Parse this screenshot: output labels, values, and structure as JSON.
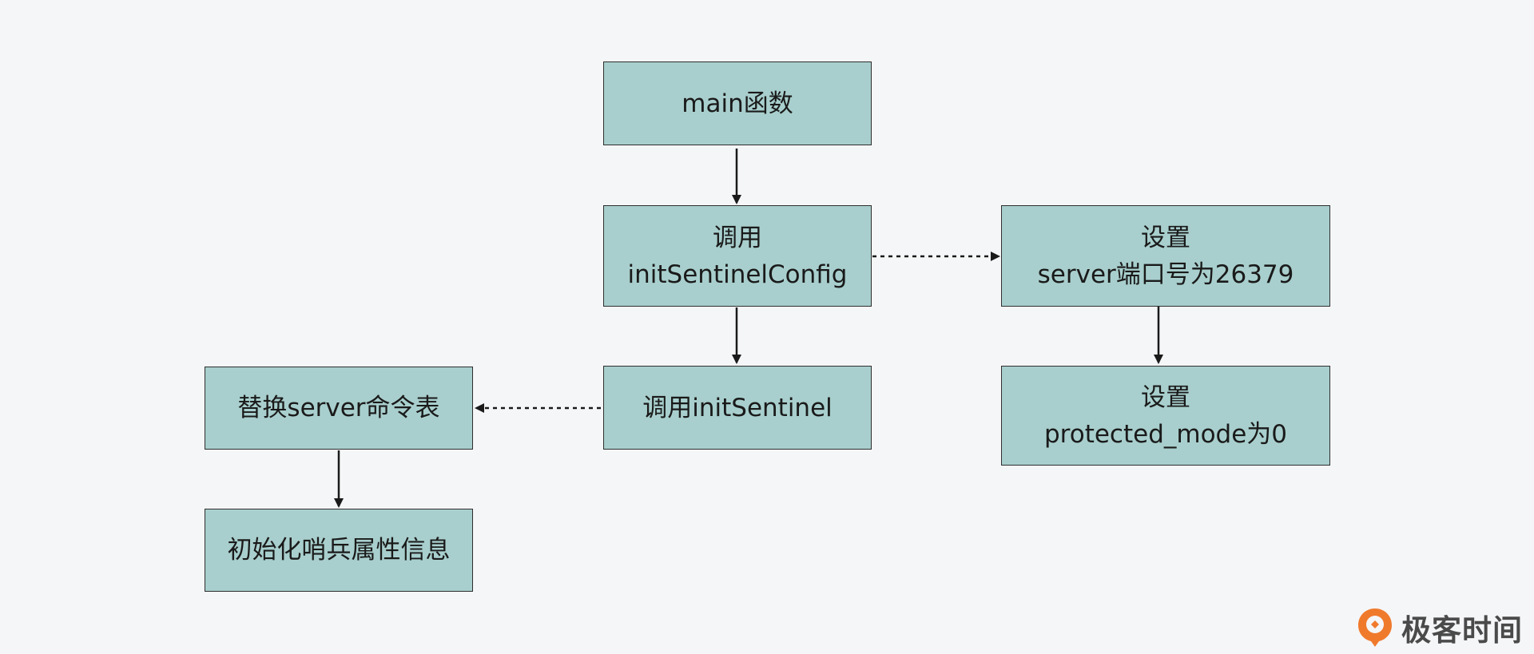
{
  "nodes": {
    "main": {
      "lines": [
        "main函数"
      ]
    },
    "init_config": {
      "lines": [
        "调用",
        "initSentinelConfig"
      ]
    },
    "set_port": {
      "lines": [
        "设置",
        "server端口号为26379"
      ]
    },
    "set_protected": {
      "lines": [
        "设置",
        "protected_mode为0"
      ]
    },
    "init_sentinel": {
      "lines": [
        "调用initSentinel"
      ]
    },
    "replace_cmd": {
      "lines": [
        "替换server命令表"
      ]
    },
    "init_attrs": {
      "lines": [
        "初始化哨兵属性信息"
      ]
    }
  },
  "edges": [
    {
      "from": "main",
      "to": "init_config",
      "style": "solid"
    },
    {
      "from": "init_config",
      "to": "set_port",
      "style": "dashed"
    },
    {
      "from": "set_port",
      "to": "set_protected",
      "style": "solid"
    },
    {
      "from": "init_config",
      "to": "init_sentinel",
      "style": "solid"
    },
    {
      "from": "init_sentinel",
      "to": "replace_cmd",
      "style": "dashed"
    },
    {
      "from": "replace_cmd",
      "to": "init_attrs",
      "style": "solid"
    }
  ],
  "logo": {
    "text": "极客时间",
    "accent_color": "#f07a2c"
  },
  "colors": {
    "node_fill": "#a8cfcd",
    "stroke": "#1a1a1a",
    "background": "#f5f6f8"
  }
}
